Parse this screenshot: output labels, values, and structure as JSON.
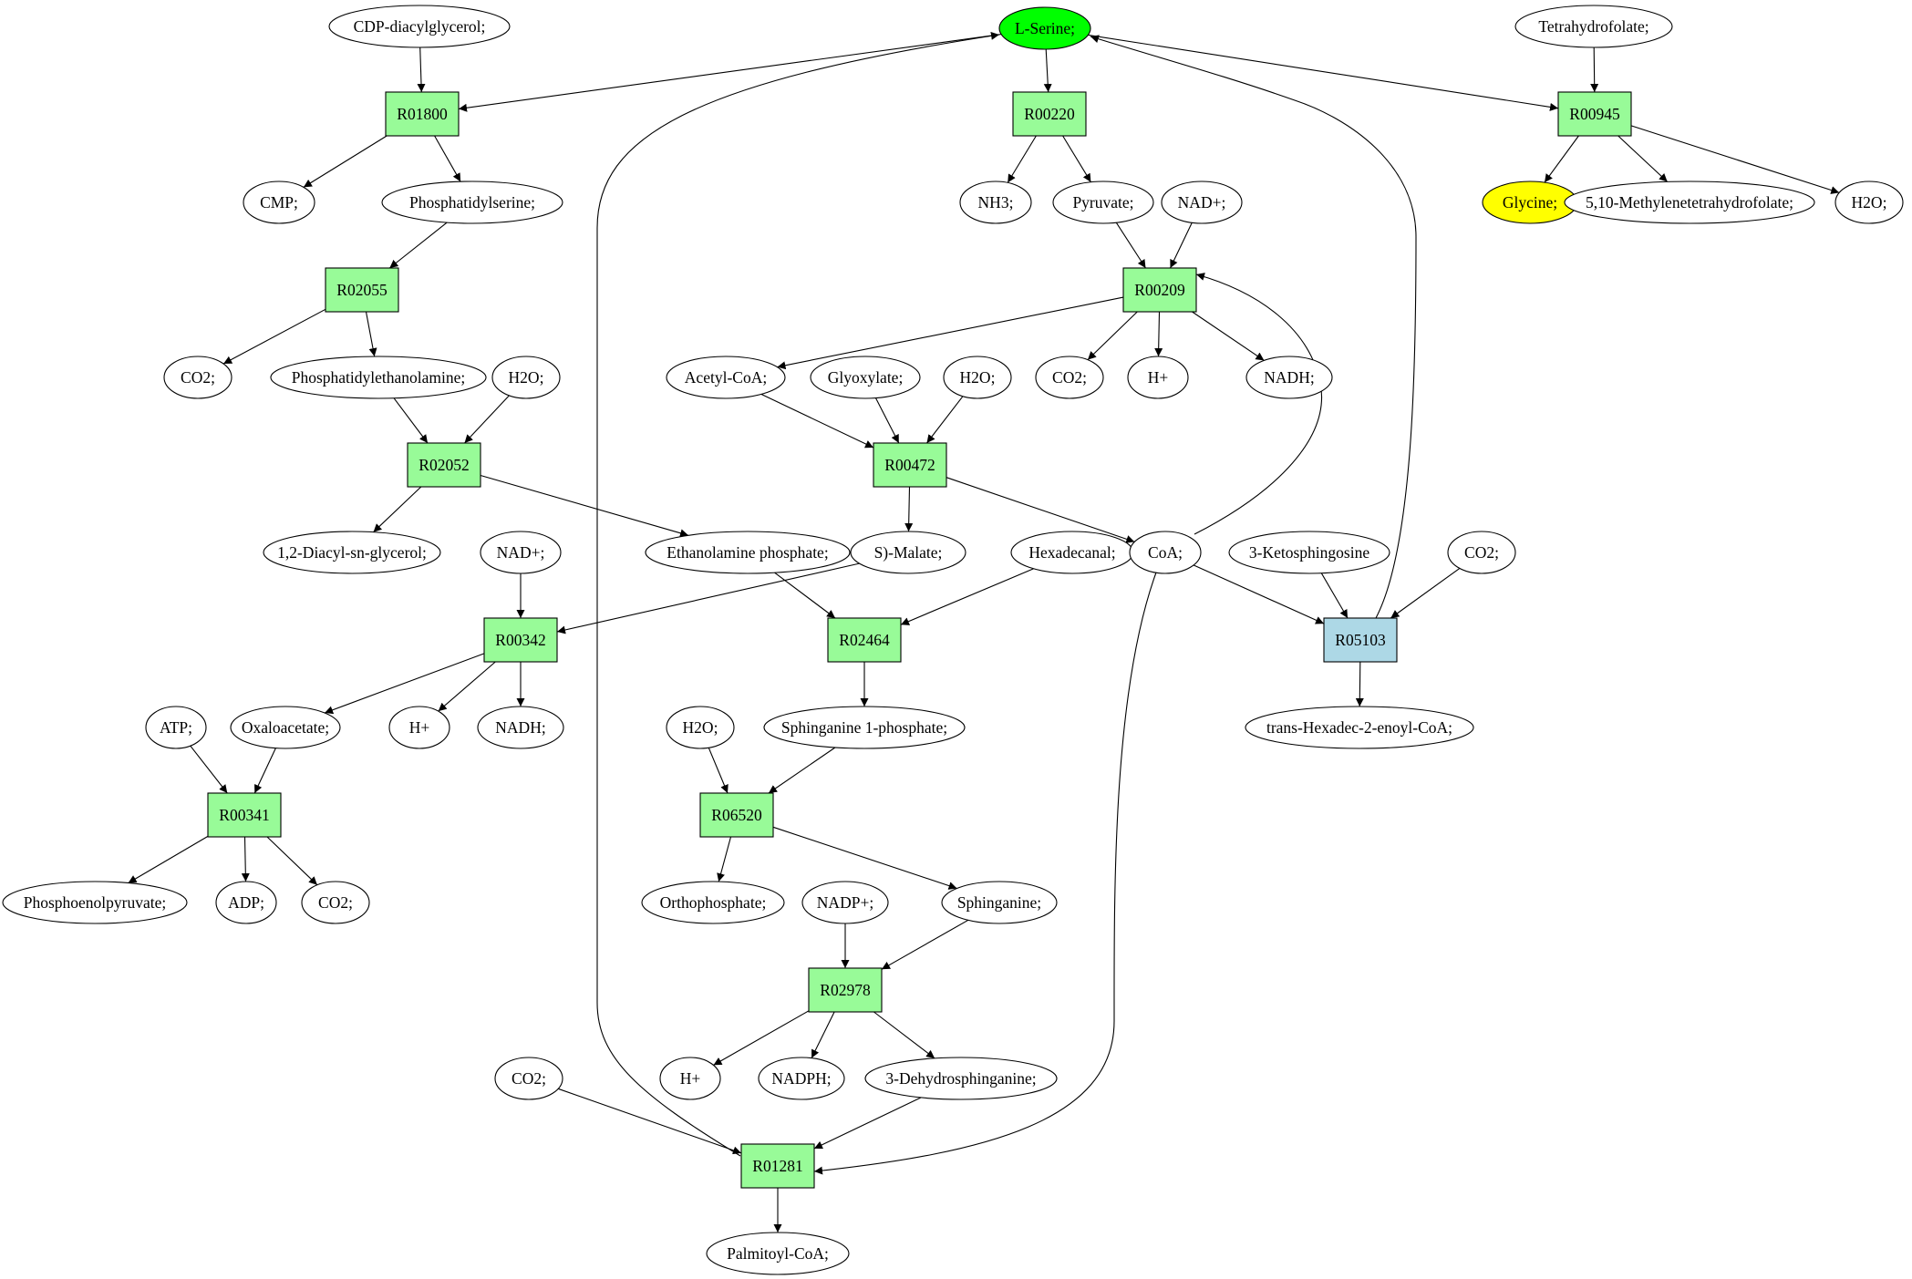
{
  "colors": {
    "reaction": "#98fb98",
    "reaction_highlight": "#add8e6",
    "source": "#00ff00",
    "target": "#ffff00",
    "compound": "#ffffff",
    "stroke": "#000000"
  },
  "nodes": [
    {
      "id": "serine",
      "label": "L-Serine;",
      "kind": "compound",
      "color": "#00ff00"
    },
    {
      "id": "cdp",
      "label": "CDP-diacylglycerol;",
      "kind": "compound"
    },
    {
      "id": "thf",
      "label": "Tetrahydrofolate;",
      "kind": "compound"
    },
    {
      "id": "R01800",
      "label": "R01800",
      "kind": "reaction"
    },
    {
      "id": "R00220",
      "label": "R00220",
      "kind": "reaction"
    },
    {
      "id": "R00945",
      "label": "R00945",
      "kind": "reaction"
    },
    {
      "id": "cmp",
      "label": "CMP;",
      "kind": "compound"
    },
    {
      "id": "ps",
      "label": "Phosphatidylserine;",
      "kind": "compound"
    },
    {
      "id": "nh3",
      "label": "NH3;",
      "kind": "compound"
    },
    {
      "id": "pyr",
      "label": "Pyruvate;",
      "kind": "compound"
    },
    {
      "id": "nad1",
      "label": "NAD+;",
      "kind": "compound"
    },
    {
      "id": "gly",
      "label": "Glycine;",
      "kind": "compound",
      "color": "#ffff00"
    },
    {
      "id": "mthf",
      "label": "5,10-Methylenetetrahydrofolate;",
      "kind": "compound"
    },
    {
      "id": "h2o_a",
      "label": "H2O;",
      "kind": "compound"
    },
    {
      "id": "R02055",
      "label": "R02055",
      "kind": "reaction"
    },
    {
      "id": "R00209",
      "label": "R00209",
      "kind": "reaction"
    },
    {
      "id": "co2_a",
      "label": "CO2;",
      "kind": "compound"
    },
    {
      "id": "pe",
      "label": "Phosphatidylethanolamine;",
      "kind": "compound"
    },
    {
      "id": "h2o_b",
      "label": "H2O;",
      "kind": "compound"
    },
    {
      "id": "acoa",
      "label": "Acetyl-CoA;",
      "kind": "compound"
    },
    {
      "id": "glyox",
      "label": "Glyoxylate;",
      "kind": "compound"
    },
    {
      "id": "h2o_c",
      "label": "H2O;",
      "kind": "compound"
    },
    {
      "id": "co2_b",
      "label": "CO2;",
      "kind": "compound"
    },
    {
      "id": "hplus_a",
      "label": "H+",
      "kind": "compound"
    },
    {
      "id": "nadh_a",
      "label": "NADH;",
      "kind": "compound"
    },
    {
      "id": "R02052",
      "label": "R02052",
      "kind": "reaction"
    },
    {
      "id": "R00472",
      "label": "R00472",
      "kind": "reaction"
    },
    {
      "id": "dag",
      "label": "1,2-Diacyl-sn-glycerol;",
      "kind": "compound"
    },
    {
      "id": "nad2",
      "label": "NAD+;",
      "kind": "compound"
    },
    {
      "id": "etp",
      "label": "Ethanolamine phosphate;",
      "kind": "compound"
    },
    {
      "id": "mal",
      "label": "S)-Malate;",
      "kind": "compound"
    },
    {
      "id": "hexal",
      "label": "Hexadecanal;",
      "kind": "compound"
    },
    {
      "id": "coa",
      "label": "CoA;",
      "kind": "compound"
    },
    {
      "id": "ketos",
      "label": "3-Ketosphingosine",
      "kind": "compound"
    },
    {
      "id": "co2_c",
      "label": "CO2;",
      "kind": "compound"
    },
    {
      "id": "R00342",
      "label": "R00342",
      "kind": "reaction"
    },
    {
      "id": "R02464",
      "label": "R02464",
      "kind": "reaction"
    },
    {
      "id": "R05103",
      "label": "R05103",
      "kind": "reaction",
      "color": "#add8e6"
    },
    {
      "id": "atp",
      "label": "ATP;",
      "kind": "compound"
    },
    {
      "id": "oaa",
      "label": "Oxaloacetate;",
      "kind": "compound"
    },
    {
      "id": "hplus_b",
      "label": "H+",
      "kind": "compound"
    },
    {
      "id": "nadh_b",
      "label": "NADH;",
      "kind": "compound"
    },
    {
      "id": "h2o_d",
      "label": "H2O;",
      "kind": "compound"
    },
    {
      "id": "s1p",
      "label": "Sphinganine 1-phosphate;",
      "kind": "compound"
    },
    {
      "id": "thcoa",
      "label": "trans-Hexadec-2-enoyl-CoA;",
      "kind": "compound"
    },
    {
      "id": "R00341",
      "label": "R00341",
      "kind": "reaction"
    },
    {
      "id": "R06520",
      "label": "R06520",
      "kind": "reaction"
    },
    {
      "id": "pep",
      "label": "Phosphoenolpyruvate;",
      "kind": "compound"
    },
    {
      "id": "adp",
      "label": "ADP;",
      "kind": "compound"
    },
    {
      "id": "co2_d",
      "label": "CO2;",
      "kind": "compound"
    },
    {
      "id": "pi",
      "label": "Orthophosphate;",
      "kind": "compound"
    },
    {
      "id": "nadp",
      "label": "NADP+;",
      "kind": "compound"
    },
    {
      "id": "sph",
      "label": "Sphinganine;",
      "kind": "compound"
    },
    {
      "id": "R02978",
      "label": "R02978",
      "kind": "reaction"
    },
    {
      "id": "co2_e",
      "label": "CO2;",
      "kind": "compound"
    },
    {
      "id": "hplus_c",
      "label": "H+",
      "kind": "compound"
    },
    {
      "id": "nadph",
      "label": "NADPH;",
      "kind": "compound"
    },
    {
      "id": "dhs",
      "label": "3-Dehydrosphinganine;",
      "kind": "compound"
    },
    {
      "id": "R01281",
      "label": "R01281",
      "kind": "reaction"
    },
    {
      "id": "pcoa",
      "label": "Palmitoyl-CoA;",
      "kind": "compound"
    }
  ],
  "edges": [
    {
      "from": "R05103",
      "to": "serine"
    },
    {
      "from": "R01281",
      "to": "serine"
    },
    {
      "from": "serine",
      "to": "R01800"
    },
    {
      "from": "serine",
      "to": "R00220"
    },
    {
      "from": "serine",
      "to": "R00945"
    },
    {
      "from": "cdp",
      "to": "R01800"
    },
    {
      "from": "thf",
      "to": "R00945"
    },
    {
      "from": "R01800",
      "to": "cmp"
    },
    {
      "from": "R01800",
      "to": "ps"
    },
    {
      "from": "R00220",
      "to": "nh3"
    },
    {
      "from": "R00220",
      "to": "pyr"
    },
    {
      "from": "R00945",
      "to": "gly"
    },
    {
      "from": "R00945",
      "to": "mthf"
    },
    {
      "from": "R00945",
      "to": "h2o_a"
    },
    {
      "from": "ps",
      "to": "R02055"
    },
    {
      "from": "pyr",
      "to": "R00209"
    },
    {
      "from": "nad1",
      "to": "R00209"
    },
    {
      "from": "coa",
      "to": "R00209"
    },
    {
      "from": "R02055",
      "to": "co2_a"
    },
    {
      "from": "R02055",
      "to": "pe"
    },
    {
      "from": "R00209",
      "to": "acoa"
    },
    {
      "from": "R00209",
      "to": "co2_b"
    },
    {
      "from": "R00209",
      "to": "hplus_a"
    },
    {
      "from": "R00209",
      "to": "nadh_a"
    },
    {
      "from": "pe",
      "to": "R02052"
    },
    {
      "from": "h2o_b",
      "to": "R02052"
    },
    {
      "from": "acoa",
      "to": "R00472"
    },
    {
      "from": "glyox",
      "to": "R00472"
    },
    {
      "from": "h2o_c",
      "to": "R00472"
    },
    {
      "from": "R02052",
      "to": "dag"
    },
    {
      "from": "R02052",
      "to": "etp"
    },
    {
      "from": "R00472",
      "to": "mal"
    },
    {
      "from": "R00472",
      "to": "coa"
    },
    {
      "from": "nad2",
      "to": "R00342"
    },
    {
      "from": "mal",
      "to": "R00342"
    },
    {
      "from": "etp",
      "to": "R02464"
    },
    {
      "from": "hexal",
      "to": "R02464"
    },
    {
      "from": "coa",
      "to": "R05103"
    },
    {
      "from": "ketos",
      "to": "R05103"
    },
    {
      "from": "co2_c",
      "to": "R05103"
    },
    {
      "from": "coa",
      "to": "R01281"
    },
    {
      "from": "R00342",
      "to": "oaa"
    },
    {
      "from": "R00342",
      "to": "hplus_b"
    },
    {
      "from": "R00342",
      "to": "nadh_b"
    },
    {
      "from": "R02464",
      "to": "s1p"
    },
    {
      "from": "R05103",
      "to": "thcoa"
    },
    {
      "from": "atp",
      "to": "R00341"
    },
    {
      "from": "oaa",
      "to": "R00341"
    },
    {
      "from": "h2o_d",
      "to": "R06520"
    },
    {
      "from": "s1p",
      "to": "R06520"
    },
    {
      "from": "R00341",
      "to": "pep"
    },
    {
      "from": "R00341",
      "to": "adp"
    },
    {
      "from": "R00341",
      "to": "co2_d"
    },
    {
      "from": "R06520",
      "to": "pi"
    },
    {
      "from": "R06520",
      "to": "sph"
    },
    {
      "from": "nadp",
      "to": "R02978"
    },
    {
      "from": "sph",
      "to": "R02978"
    },
    {
      "from": "R02978",
      "to": "hplus_c"
    },
    {
      "from": "R02978",
      "to": "nadph"
    },
    {
      "from": "R02978",
      "to": "dhs"
    },
    {
      "from": "co2_e",
      "to": "R01281"
    },
    {
      "from": "dhs",
      "to": "R01281"
    },
    {
      "from": "R01281",
      "to": "pcoa"
    }
  ]
}
